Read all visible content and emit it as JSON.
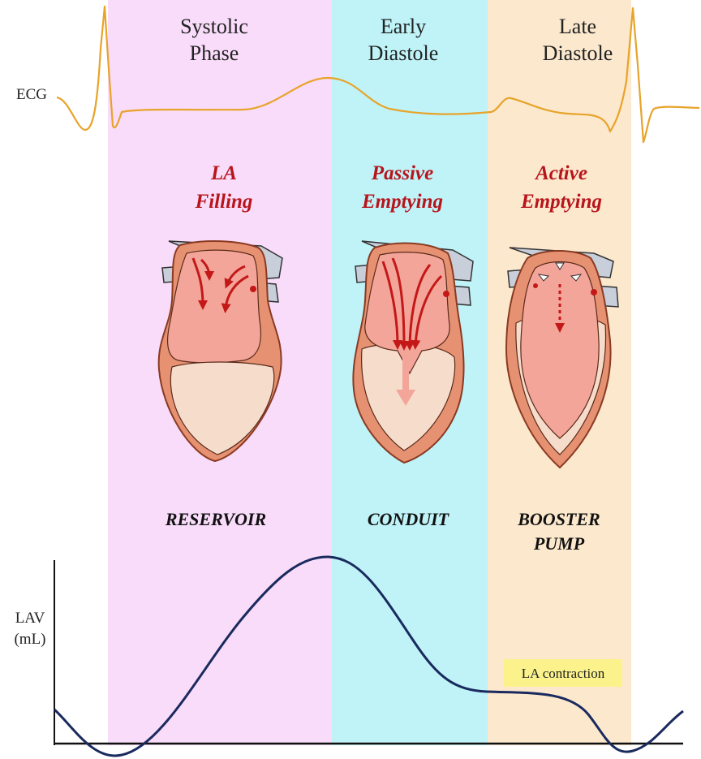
{
  "phases": [
    {
      "title_line1": "Systolic",
      "title_line2": "Phase",
      "event_line1": "LA",
      "event_line2": "Filling",
      "role_line1": "RESERVOIR",
      "role_line2": "",
      "band_color": "#f9dcf9"
    },
    {
      "title_line1": "Early",
      "title_line2": "Diastole",
      "event_line1": "Passive",
      "event_line2": "Emptying",
      "role_line1": "CONDUIT",
      "role_line2": "",
      "band_color": "#bff3f8"
    },
    {
      "title_line1": "Late",
      "title_line2": "Diastole",
      "event_line1": "Active",
      "event_line2": "Emptying",
      "role_line1": "BOOSTER",
      "role_line2": "PUMP",
      "band_color": "#fbe8cd"
    }
  ],
  "ecg": {
    "label": "ECG",
    "color": "#e8a32a"
  },
  "volume": {
    "label_line1": "LAV",
    "label_line2": "(mL)",
    "color": "#1a2a5e"
  },
  "annotation": {
    "text": "LA contraction",
    "bg": "#fbf28c"
  },
  "colors": {
    "heart_wall": "#e69272",
    "heart_outline": "#8a3a22",
    "atrium_blood": "#f3a59a",
    "ventricle": "#f6dccb",
    "vein": "#c8cfdb",
    "arrow": "#c41818"
  }
}
